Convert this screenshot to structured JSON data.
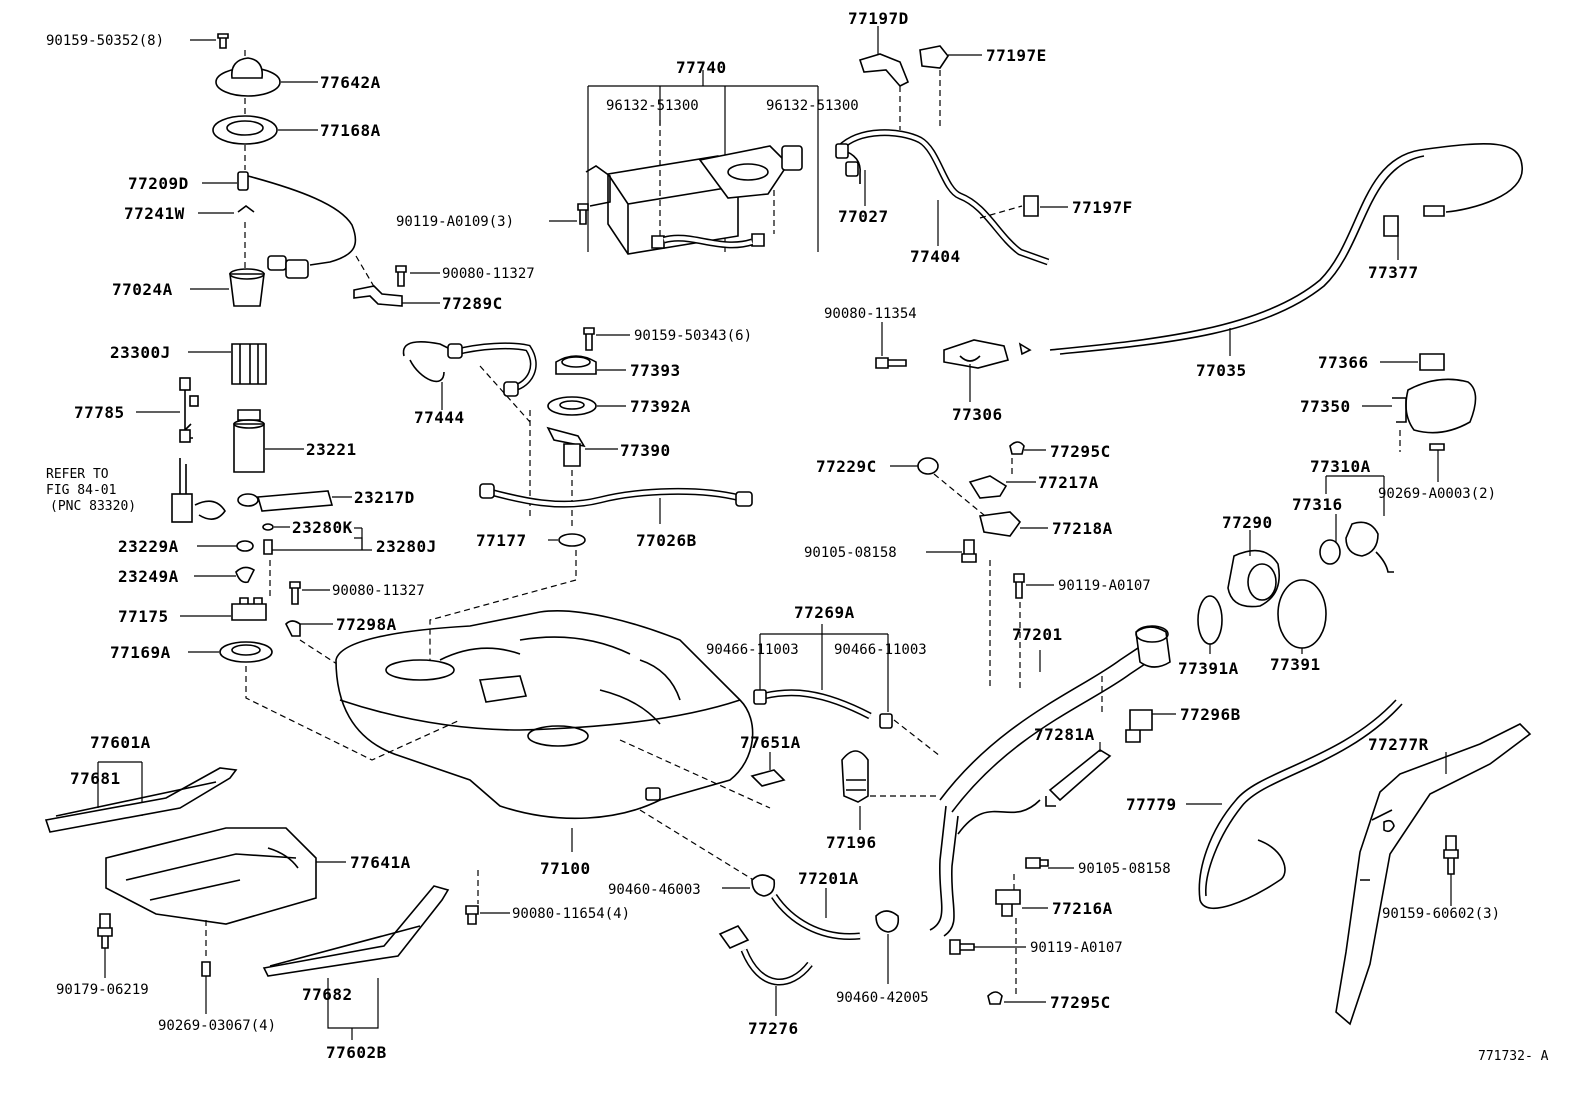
{
  "diagram": {
    "figure_id": "771732- A",
    "refer_note": {
      "line1": "REFER TO",
      "line2": "FIG 84-01",
      "line3": "(PNC 83320)"
    },
    "labels": {
      "p90159_50352": "90159-50352(8)",
      "p77642A": "77642A",
      "p77168A": "77168A",
      "p77209D": "77209D",
      "p77241W": "77241W",
      "p77024A": "77024A",
      "p90080_11327a": "90080-11327",
      "p77289C": "77289C",
      "p23300J": "23300J",
      "p77785": "77785",
      "p23221": "23221",
      "p23217D": "23217D",
      "p23280K": "23280K",
      "p23229A": "23229A",
      "p23280J": "23280J",
      "p23249A": "23249A",
      "p90080_11327b": "90080-11327",
      "p77175": "77175",
      "p77298A": "77298A",
      "p77169A": "77169A",
      "p77740": "77740",
      "p96132_51300a": "96132-51300",
      "p96132_51300b": "96132-51300",
      "p90119_A0109": "90119-A0109(3)",
      "p90159_50343": "90159-50343(6)",
      "p77393": "77393",
      "p77444": "77444",
      "p77392A": "77392A",
      "p77390": "77390",
      "p77177": "77177",
      "p77026B": "77026B",
      "p77197D": "77197D",
      "p77197E": "77197E",
      "p77027": "77027",
      "p77404": "77404",
      "p77197F": "77197F",
      "p77377": "77377",
      "p90080_11354": "90080-11354",
      "p77306": "77306",
      "p77035": "77035",
      "p77366": "77366",
      "p77350": "77350",
      "p90269_A0003": "90269-A0003(2)",
      "p77295C_a": "77295C",
      "p77229C": "77229C",
      "p77217A": "77217A",
      "p77218A": "77218A",
      "p90105_08158a": "90105-08158",
      "p90119_A0107a": "90119-A0107",
      "p77310A": "77310A",
      "p77290": "77290",
      "p77316": "77316",
      "p77391A": "77391A",
      "p77391": "77391",
      "p77269A": "77269A",
      "p90466_11003a": "90466-11003",
      "p90466_11003b": "90466-11003",
      "p77201": "77201",
      "p77296B": "77296B",
      "p77281A": "77281A",
      "p77651A": "77651A",
      "p77601A": "77601A",
      "p77681": "77681",
      "p77641A": "77641A",
      "p77196": "77196",
      "p77779": "77779",
      "p77277R": "77277R",
      "p77100": "77100",
      "p90460_46003": "90460-46003",
      "p77201A": "77201A",
      "p90105_08158b": "90105-08158",
      "p77216A": "77216A",
      "p90119_A0107b": "90119-A0107",
      "p90080_11654": "90080-11654(4)",
      "p90179_06219": "90179-06219",
      "p90159_60602": "90159-60602(3)",
      "p77682": "77682",
      "p90269_03067": "90269-03067(4)",
      "p90460_42005": "90460-42005",
      "p77295C_b": "77295C",
      "p77276": "77276",
      "p77602B": "77602B"
    }
  }
}
